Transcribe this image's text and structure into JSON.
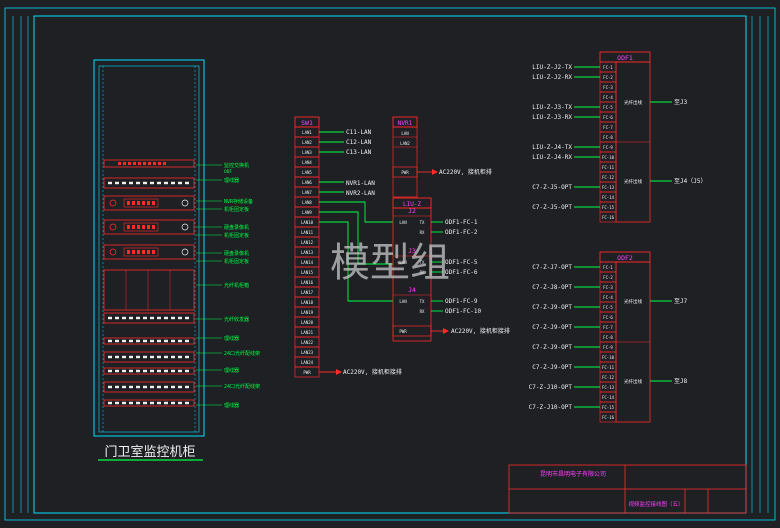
{
  "title": "门卫室监控机柜",
  "watermark": "模型组",
  "cabinet_labels": [
    "监控交换机",
    "ODF",
    "理线器",
    "NVR存储设备",
    "机柜固定板",
    "硬盘录像机",
    "机柜固定板",
    "硬盘录像机",
    "机柜固定板",
    "光纤机柜箱",
    "光纤收发器",
    "理线器",
    "24口光纤配线架",
    "理线器",
    "24口光纤配线架",
    "理线器"
  ],
  "sw1": {
    "title": "SW1",
    "ports": [
      "LAN1",
      "LAN2",
      "LAN3",
      "LAN4",
      "LAN5",
      "LAN6",
      "LAN7",
      "LAN8",
      "LAN9",
      "LAN10",
      "LAN11",
      "LAN12",
      "LAN13",
      "LAN14",
      "LAN15",
      "LAN16",
      "LAN17",
      "LAN18",
      "LAN19",
      "LAN20",
      "LAN21",
      "LAN22",
      "LAN23",
      "LAN24",
      "PWR"
    ],
    "connections": [
      "C11-LAN",
      "C12-LAN",
      "C13-LAN"
    ],
    "nvr_links": [
      "NVR1-LAN",
      "NVR2-LAN"
    ],
    "power": "AC220V, 接机柜接排"
  },
  "nvr1": {
    "title": "NVR1",
    "ports": [
      "LAN",
      "LAN2",
      "PWR"
    ],
    "power": "AC220V, 接机柜排"
  },
  "lius": [
    {
      "title": "LIU-Z",
      "sub": "J2",
      "outs": [
        "ODF1-FC-1",
        "ODF1-FC-2"
      ],
      "ports": [
        "LAN",
        "TX",
        "RX"
      ]
    },
    {
      "title": "J3",
      "sub": "",
      "outs": [
        "ODF1-FC-5",
        "ODF1-FC-6"
      ],
      "ports": [
        "LAN",
        "TX",
        "RX"
      ]
    },
    {
      "title": "J4",
      "sub": "",
      "outs": [
        "ODF1-FC-9",
        "ODF1-FC-10"
      ],
      "ports": [
        "LAN",
        "TX",
        "RX"
      ]
    }
  ],
  "liu_power": "AC220V, 接机柜接排",
  "odf1": {
    "title": "ODF1",
    "labels": [
      "LIU-Z-J2-TX",
      "LIU-Z-J2-RX",
      "",
      "",
      "LIU-Z-J3-TX",
      "LIU-Z-J3-RX",
      "",
      "",
      "LIU-Z-J4-TX",
      "LIU-Z-J4-RX",
      "",
      "",
      "C7-Z-J5-OPT",
      "",
      "C7-Z-J5-OPT",
      ""
    ],
    "ports": [
      "FC-1",
      "FC-2",
      "FC-3",
      "FC-4",
      "FC-5",
      "FC-6",
      "FC-7",
      "FC-8",
      "FC-9",
      "FC-10",
      "FC-11",
      "FC-12",
      "FC-13",
      "FC-14",
      "FC-15",
      "FC-16"
    ],
    "groups": [
      "至J3",
      "至J4（J5）"
    ],
    "inner": [
      "光纤出线",
      "光纤出线"
    ]
  },
  "odf2": {
    "title": "ODF2",
    "labels": [
      "C7-Z-J7-OPT",
      "C7-Z-J8-OPT",
      "C7-Z-J9-OPT",
      "C7-Z-J9-OPT",
      "C7-Z-J9-OPT",
      "C7-Z-J9-OPT",
      "C7-Z-J10-OPT",
      "C7-Z-J10-OPT"
    ],
    "ports": [
      "FC-1",
      "FC-2",
      "FC-3",
      "FC-4",
      "FC-5",
      "FC-6",
      "FC-7",
      "FC-8",
      "FC-9",
      "FC-10",
      "FC-11",
      "FC-12",
      "FC-13",
      "FC-14",
      "FC-15",
      "FC-16"
    ],
    "groups": [
      "至J7",
      "至J8"
    ],
    "inner": [
      "光纤出线",
      "光纤出线"
    ]
  },
  "title_block": {
    "company": "昆明市昌明电子有限公司",
    "drawing": "视频监控接线图（五）"
  },
  "colors": {
    "frame": "#00e0ff",
    "red": "#ff2a2a",
    "green": "#00ff44",
    "white": "#f0f0f0",
    "magenta": "#ff40ff",
    "bg": "#1e2024"
  }
}
